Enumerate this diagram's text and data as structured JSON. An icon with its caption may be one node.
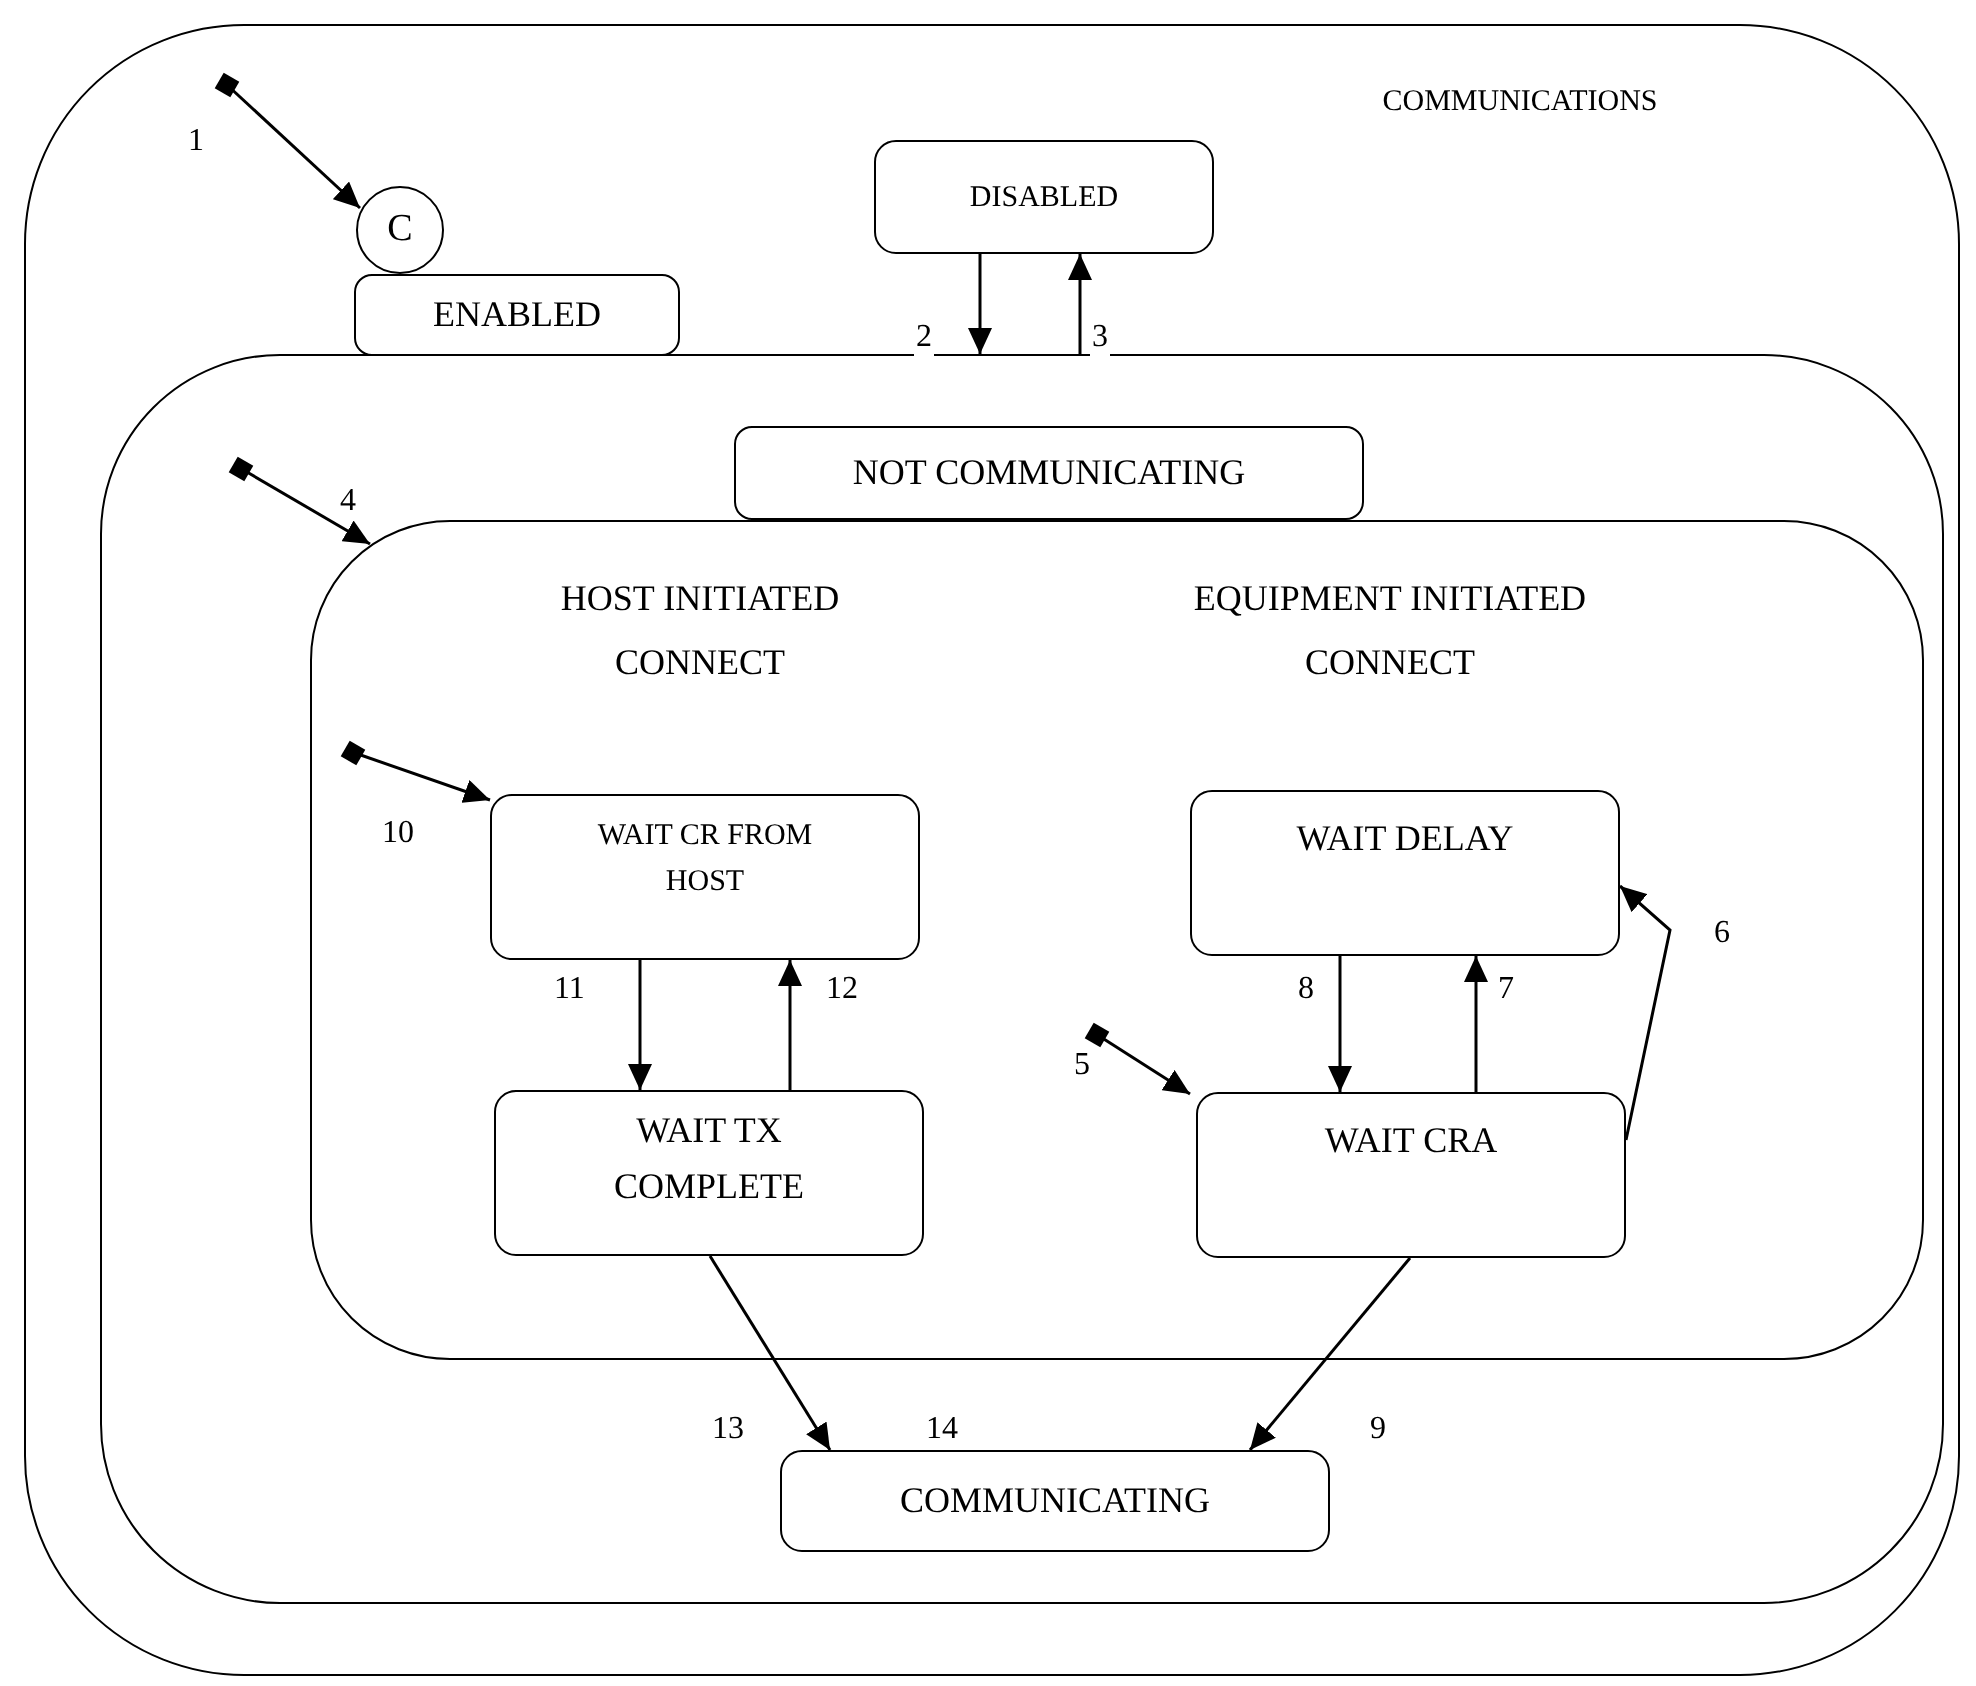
{
  "diagram": {
    "nodes": [
      {
        "text": [
          "COMMUNICATIONS"
        ]
      },
      {
        "text": [
          "C"
        ],
        "in": 0
      },
      {
        "text": [],
        "shape": "box",
        "in": 0
      },
      {
        "text": [
          "DISABLED"
        ],
        "in": 0
      },
      {
        "text": [
          "ENABLED"
        ],
        "in": 0
      },
      {
        "text": [
          "NOT COMMUNICATING"
        ],
        "in": 4
      },
      {
        "text": [
          "HOST INITIATED CONNECT",
          "EQUIPMENT INITIATED CONNECT"
        ],
        "in": 4
      },
      {
        "text": [],
        "shape": "box",
        "in": 4
      },
      {
        "text": [],
        "shape": "box",
        "in": 6
      },
      {
        "text": [
          "WAIT CR FROM HOST"
        ],
        "in": 6
      },
      {
        "text": [
          "WAIT TX COMPLETE"
        ],
        "in": 6
      },
      {
        "text": [],
        "shape": "box",
        "in": 6
      },
      {
        "text": [
          "WAIT DELAY"
        ],
        "in": 6
      },
      {
        "text": [
          "WAIT CRA"
        ],
        "in": 6
      },
      {
        "text": [
          "COMMUNICATING"
        ],
        "in": 4,
        "beside": [
          "14"
        ]
      }
    ],
    "edges": [
      {
        "from": 2,
        "to": 1,
        "arrow": "to",
        "label": "1"
      },
      {
        "from": 3,
        "to": 4,
        "arrow": "to",
        "label": "2"
      },
      {
        "from": 4,
        "to": 3,
        "arrow": "to",
        "label": "3"
      },
      {
        "from": 7,
        "to": 6,
        "arrow": "to",
        "label": "4"
      },
      {
        "from": 8,
        "to": 9,
        "arrow": "to",
        "label": "10"
      },
      {
        "from": 9,
        "to": 10,
        "arrow": "to",
        "label": "11"
      },
      {
        "from": 10,
        "to": 9,
        "arrow": "to",
        "label": "12"
      },
      {
        "from": 11,
        "to": 13,
        "arrow": "to",
        "label": "5"
      },
      {
        "from": 12,
        "to": 13,
        "arrow": "to",
        "label": "8"
      },
      {
        "from": 13,
        "to": 12,
        "arrow": "to",
        "label": "7"
      },
      {
        "from": 13,
        "to": 12,
        "arrow": "to",
        "label": "6"
      },
      {
        "from": 10,
        "to": 14,
        "arrow": "to",
        "label": "13"
      },
      {
        "from": 13,
        "to": 14,
        "arrow": "to",
        "label": "9"
      }
    ]
  }
}
